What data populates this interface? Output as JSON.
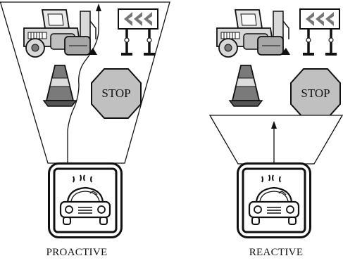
{
  "panels": {
    "proactive": {
      "caption": "PROACTIVE",
      "stop_text": "STOP"
    },
    "reactive": {
      "caption": "REACTIVE",
      "stop_text": "STOP"
    }
  },
  "colors": {
    "ink": "#111111",
    "machine_light": "#d9d9d9",
    "machine_mid": "#a6a6a6",
    "stop_fill": "#c0c0c0",
    "cone_fill": "#7a7a7a",
    "barrier_stripe": "#777777"
  },
  "icons": [
    "road-roller-icon",
    "road-barrier-icon",
    "traffic-cone-icon",
    "stop-sign-icon",
    "car-icon"
  ]
}
